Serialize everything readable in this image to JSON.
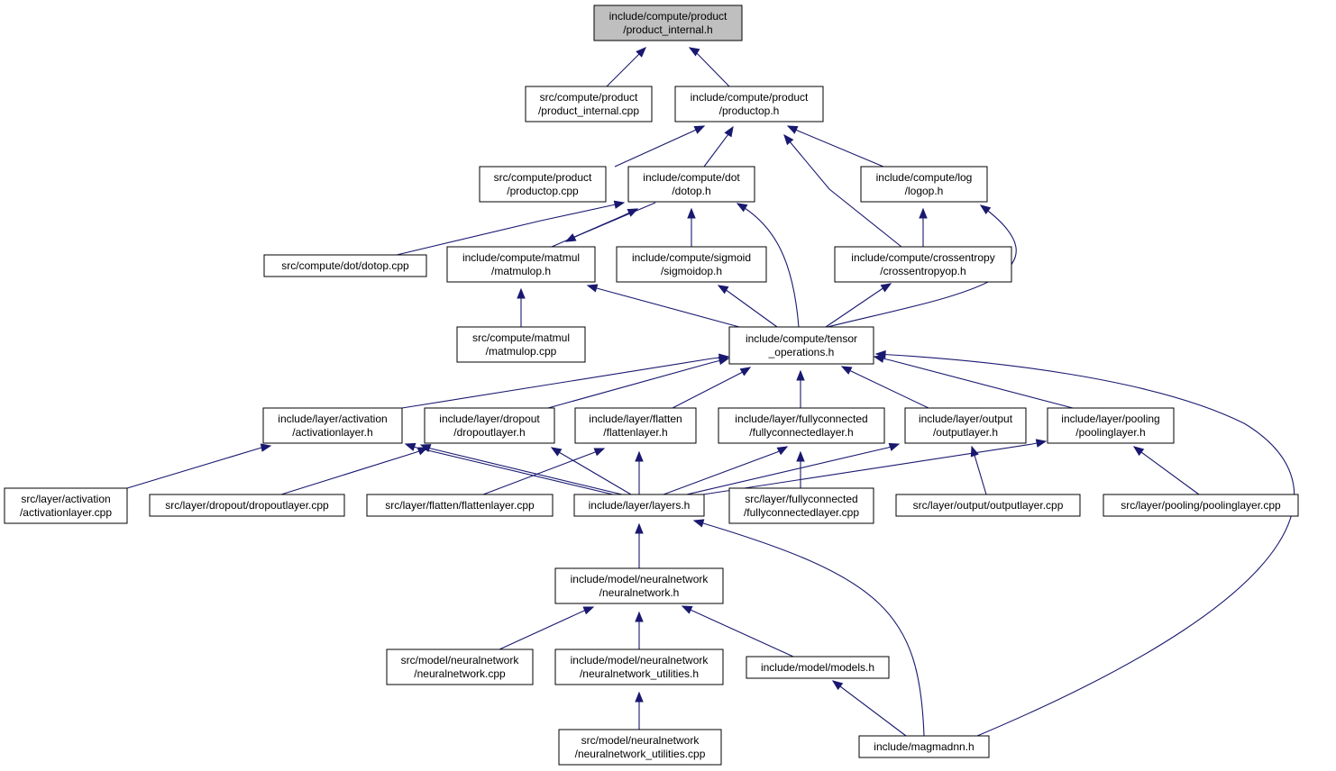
{
  "colors": {
    "edge": "#191970",
    "root_fill": "#bfbfbf",
    "node_fill": "#ffffff",
    "node_border": "#000000"
  },
  "nodes": [
    {
      "id": "root",
      "lines": [
        "include/compute/product",
        "/product_internal.h"
      ],
      "root": true
    },
    {
      "id": "src_product_internal",
      "lines": [
        "src/compute/product",
        "/product_internal.cpp"
      ]
    },
    {
      "id": "productop_h",
      "lines": [
        "include/compute/product",
        "/productop.h"
      ]
    },
    {
      "id": "src_productop",
      "lines": [
        "src/compute/product",
        "/productop.cpp"
      ]
    },
    {
      "id": "dotop_h",
      "lines": [
        "include/compute/dot",
        "/dotop.h"
      ]
    },
    {
      "id": "logop_h",
      "lines": [
        "include/compute/log",
        "/logop.h"
      ]
    },
    {
      "id": "src_dotop",
      "lines": [
        "src/compute/dot/dotop.cpp"
      ]
    },
    {
      "id": "matmulop_h",
      "lines": [
        "include/compute/matmul",
        "/matmulop.h"
      ]
    },
    {
      "id": "sigmoidop_h",
      "lines": [
        "include/compute/sigmoid",
        "/sigmoidop.h"
      ]
    },
    {
      "id": "crossentropyop_h",
      "lines": [
        "include/compute/crossentropy",
        "/crossentropyop.h"
      ]
    },
    {
      "id": "src_matmulop",
      "lines": [
        "src/compute/matmul",
        "/matmulop.cpp"
      ]
    },
    {
      "id": "tensor_ops_h",
      "lines": [
        "include/compute/tensor",
        "_operations.h"
      ]
    },
    {
      "id": "activationlayer_h",
      "lines": [
        "include/layer/activation",
        "/activationlayer.h"
      ]
    },
    {
      "id": "dropoutlayer_h",
      "lines": [
        "include/layer/dropout",
        "/dropoutlayer.h"
      ]
    },
    {
      "id": "flattenlayer_h",
      "lines": [
        "include/layer/flatten",
        "/flattenlayer.h"
      ]
    },
    {
      "id": "fullyconnectedlayer_h",
      "lines": [
        "include/layer/fullyconnected",
        "/fullyconnectedlayer.h"
      ]
    },
    {
      "id": "outputlayer_h",
      "lines": [
        "include/layer/output",
        "/outputlayer.h"
      ]
    },
    {
      "id": "poolinglayer_h",
      "lines": [
        "include/layer/pooling",
        "/poolinglayer.h"
      ]
    },
    {
      "id": "src_activationlayer",
      "lines": [
        "src/layer/activation",
        "/activationlayer.cpp"
      ]
    },
    {
      "id": "src_dropoutlayer",
      "lines": [
        "src/layer/dropout/dropoutlayer.cpp"
      ]
    },
    {
      "id": "src_flattenlayer",
      "lines": [
        "src/layer/flatten/flattenlayer.cpp"
      ]
    },
    {
      "id": "layers_h",
      "lines": [
        "include/layer/layers.h"
      ]
    },
    {
      "id": "src_fullyconnectedlayer",
      "lines": [
        "src/layer/fullyconnected",
        "/fullyconnectedlayer.cpp"
      ]
    },
    {
      "id": "src_outputlayer",
      "lines": [
        "src/layer/output/outputlayer.cpp"
      ]
    },
    {
      "id": "src_poolinglayer",
      "lines": [
        "src/layer/pooling/poolinglayer.cpp"
      ]
    },
    {
      "id": "neuralnetwork_h",
      "lines": [
        "include/model/neuralnetwork",
        "/neuralnetwork.h"
      ]
    },
    {
      "id": "src_neuralnetwork",
      "lines": [
        "src/model/neuralnetwork",
        "/neuralnetwork.cpp"
      ]
    },
    {
      "id": "nn_utilities_h",
      "lines": [
        "include/model/neuralnetwork",
        "/neuralnetwork_utilities.h"
      ]
    },
    {
      "id": "models_h",
      "lines": [
        "include/model/models.h"
      ]
    },
    {
      "id": "src_nn_utilities",
      "lines": [
        "src/model/neuralnetwork",
        "/neuralnetwork_utilities.cpp"
      ]
    },
    {
      "id": "magmadnn_h",
      "lines": [
        "include/magmadnn.h"
      ]
    }
  ],
  "edges": [
    {
      "from": "src_product_internal",
      "to": "root"
    },
    {
      "from": "productop_h",
      "to": "root"
    },
    {
      "from": "src_productop",
      "to": "productop_h"
    },
    {
      "from": "dotop_h",
      "to": "productop_h"
    },
    {
      "from": "logop_h",
      "to": "productop_h"
    },
    {
      "from": "crossentropyop_h",
      "to": "productop_h"
    },
    {
      "from": "src_dotop",
      "to": "dotop_h"
    },
    {
      "from": "matmulop_h",
      "to": "dotop_h"
    },
    {
      "from": "sigmoidop_h",
      "to": "dotop_h"
    },
    {
      "from": "tensor_ops_h",
      "to": "dotop_h"
    },
    {
      "from": "dotop_h",
      "to": "matmulop_h"
    },
    {
      "from": "crossentropyop_h",
      "to": "logop_h"
    },
    {
      "from": "tensor_ops_h",
      "to": "logop_h"
    },
    {
      "from": "src_matmulop",
      "to": "matmulop_h"
    },
    {
      "from": "tensor_ops_h",
      "to": "matmulop_h"
    },
    {
      "from": "tensor_ops_h",
      "to": "sigmoidop_h"
    },
    {
      "from": "tensor_ops_h",
      "to": "crossentropyop_h"
    },
    {
      "from": "activationlayer_h",
      "to": "tensor_ops_h"
    },
    {
      "from": "dropoutlayer_h",
      "to": "tensor_ops_h"
    },
    {
      "from": "flattenlayer_h",
      "to": "tensor_ops_h"
    },
    {
      "from": "fullyconnectedlayer_h",
      "to": "tensor_ops_h"
    },
    {
      "from": "outputlayer_h",
      "to": "tensor_ops_h"
    },
    {
      "from": "poolinglayer_h",
      "to": "tensor_ops_h"
    },
    {
      "from": "magmadnn_h",
      "to": "tensor_ops_h"
    },
    {
      "from": "src_activationlayer",
      "to": "activationlayer_h"
    },
    {
      "from": "layers_h",
      "to": "activationlayer_h"
    },
    {
      "from": "src_dropoutlayer",
      "to": "dropoutlayer_h"
    },
    {
      "from": "layers_h",
      "to": "dropoutlayer_h"
    },
    {
      "from": "src_flattenlayer",
      "to": "flattenlayer_h"
    },
    {
      "from": "layers_h",
      "to": "flattenlayer_h"
    },
    {
      "from": "layers_h",
      "to": "fullyconnectedlayer_h"
    },
    {
      "from": "src_fullyconnectedlayer",
      "to": "fullyconnectedlayer_h"
    },
    {
      "from": "layers_h",
      "to": "outputlayer_h"
    },
    {
      "from": "src_outputlayer",
      "to": "outputlayer_h"
    },
    {
      "from": "layers_h",
      "to": "poolinglayer_h"
    },
    {
      "from": "src_poolinglayer",
      "to": "poolinglayer_h"
    },
    {
      "from": "neuralnetwork_h",
      "to": "layers_h"
    },
    {
      "from": "magmadnn_h",
      "to": "layers_h"
    },
    {
      "from": "src_neuralnetwork",
      "to": "neuralnetwork_h"
    },
    {
      "from": "nn_utilities_h",
      "to": "neuralnetwork_h"
    },
    {
      "from": "models_h",
      "to": "neuralnetwork_h"
    },
    {
      "from": "src_nn_utilities",
      "to": "nn_utilities_h"
    },
    {
      "from": "magmadnn_h",
      "to": "models_h"
    }
  ]
}
